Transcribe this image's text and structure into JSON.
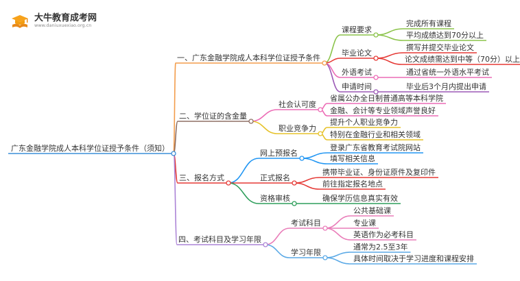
{
  "brand": {
    "name": "大牛教育成考网",
    "url": "www.daniuxuexiao.org.cn",
    "icon": "graduation-cap-book-icon"
  },
  "mindmap": {
    "root": "广东金融学院成人本科学位证授予条件（须知）",
    "branches": [
      {
        "label": "一、广东金融学院成人本科学位证授予条件",
        "color": "#f39c4a",
        "children": [
          {
            "label": "课程要求",
            "color": "#8bc34a",
            "items": [
              "完成所有课程",
              "平均成绩达到70分以上"
            ]
          },
          {
            "label": "毕业论文",
            "color": "#e53935",
            "items": [
              "撰写并提交毕业论文",
              "论文成绩需达到中等（70分）以上"
            ]
          },
          {
            "label": "外语考试",
            "color": "#ec6bb5",
            "items": [
              "通过省统一外语水平考试"
            ]
          },
          {
            "label": "申请时间",
            "color": "#9b59b6",
            "items": [
              "毕业后3个月内提出申请"
            ]
          }
        ]
      },
      {
        "label": "二、学位证的含金量",
        "color": "#8d6e63",
        "children": [
          {
            "label": "社会认可度",
            "color": "#ec6bb5",
            "items": [
              "省属公办全日制普通高等本科学院",
              "金融、会计等专业领域声誉良好"
            ]
          },
          {
            "label": "职业竞争力",
            "color": "#e6c229",
            "items": [
              "提升个人职业竞争力",
              "特别在金融行业和相关领域"
            ]
          }
        ]
      },
      {
        "label": "三、报名方式",
        "color": "#e53935",
        "children": [
          {
            "label": "网上预报名",
            "color": "#2196f3",
            "items": [
              "登录广东省教育考试院网站",
              "填写相关信息"
            ]
          },
          {
            "label": "正式报名",
            "color": "#e53935",
            "items": [
              "携带毕业证、身份证原件及复印件",
              "前往指定报名地点"
            ]
          },
          {
            "label": "资格审核",
            "color": "#2e9e5b",
            "items": [
              "确保学历信息真实有效"
            ]
          }
        ]
      },
      {
        "label": "四、考试科目及学习年限",
        "color": "#ab83d6",
        "children": [
          {
            "label": "考试科目",
            "color": "#e97db9",
            "items": [
              "公共基础课",
              "专业课",
              "英语作为必考科目"
            ]
          },
          {
            "label": "学习年限",
            "color": "#5aa9e6",
            "items": [
              "通常为2.5至3年",
              "具体时间取决于学习进度和课程安排"
            ]
          }
        ]
      }
    ]
  }
}
